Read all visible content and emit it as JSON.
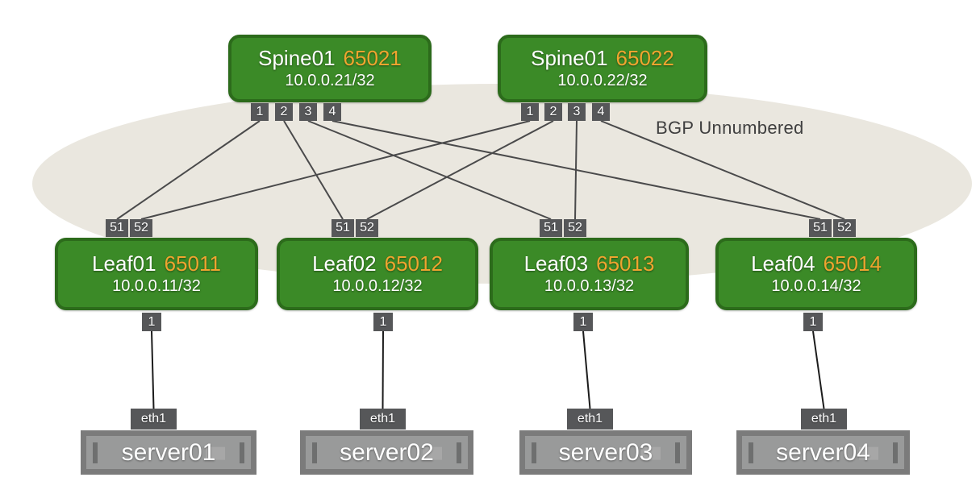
{
  "background_label": "BGP Unnumbered",
  "colors": {
    "node_green": "#3B8A27",
    "node_green_border": "#2C6B1B",
    "asn_orange": "#F0A42F",
    "port_gray": "#565759",
    "ellipse_fill": "#EAE7DF",
    "label_gray": "#3F3F3F",
    "link_line": "#4A4A4B",
    "host_link_line": "#1C1C1C",
    "server_body": "#999A9A",
    "server_frame": "#7B7B7B",
    "server_rail": "#6E6F6F",
    "server_bay": "#A7A7A7"
  },
  "spines": [
    {
      "name": "Spine01",
      "asn": "65021",
      "ip": "10.0.0.21/32",
      "ports": [
        "1",
        "2",
        "3",
        "4"
      ]
    },
    {
      "name": "Spine01",
      "asn": "65022",
      "ip": "10.0.0.22/32",
      "ports": [
        "1",
        "2",
        "3",
        "4"
      ]
    }
  ],
  "leaves": [
    {
      "name": "Leaf01",
      "asn": "65011",
      "ip": "10.0.0.11/32",
      "uplink_ports": [
        "51",
        "52"
      ],
      "host_port": "1"
    },
    {
      "name": "Leaf02",
      "asn": "65012",
      "ip": "10.0.0.12/32",
      "uplink_ports": [
        "51",
        "52"
      ],
      "host_port": "1"
    },
    {
      "name": "Leaf03",
      "asn": "65013",
      "ip": "10.0.0.13/32",
      "uplink_ports": [
        "51",
        "52"
      ],
      "host_port": "1"
    },
    {
      "name": "Leaf04",
      "asn": "65014",
      "ip": "10.0.0.14/32",
      "uplink_ports": [
        "51",
        "52"
      ],
      "host_port": "1"
    }
  ],
  "servers": [
    {
      "name": "server01",
      "interface": "eth1"
    },
    {
      "name": "server02",
      "interface": "eth1"
    },
    {
      "name": "server03",
      "interface": "eth1"
    },
    {
      "name": "server04",
      "interface": "eth1"
    }
  ],
  "links": {
    "spine_leaf": [
      {
        "from": "spine-1-port-1",
        "to": "leaf-1-port-51"
      },
      {
        "from": "spine-1-port-2",
        "to": "leaf-2-port-51"
      },
      {
        "from": "spine-1-port-3",
        "to": "leaf-3-port-51"
      },
      {
        "from": "spine-1-port-4",
        "to": "leaf-4-port-51"
      },
      {
        "from": "spine-2-port-1",
        "to": "leaf-1-port-52"
      },
      {
        "from": "spine-2-port-2",
        "to": "leaf-2-port-52"
      },
      {
        "from": "spine-2-port-3",
        "to": "leaf-3-port-52"
      },
      {
        "from": "spine-2-port-4",
        "to": "leaf-4-port-52"
      }
    ],
    "leaf_server": [
      {
        "from": "leaf-1-port-1",
        "to": "server-1-eth1"
      },
      {
        "from": "leaf-2-port-1",
        "to": "server-2-eth1"
      },
      {
        "from": "leaf-3-port-1",
        "to": "server-3-eth1"
      },
      {
        "from": "leaf-4-port-1",
        "to": "server-4-eth1"
      }
    ]
  }
}
